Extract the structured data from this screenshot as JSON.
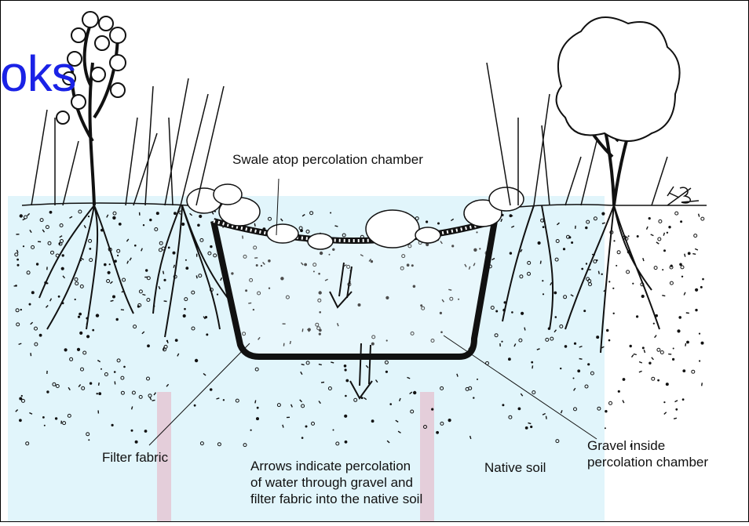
{
  "labels": {
    "swale": "Swale atop percolation chamber",
    "filter_fabric": "Filter fabric",
    "arrows_line1": "Arrows indicate percolation",
    "arrows_line2": "of water through gravel and",
    "arrows_line3": "filter fabric into the native soil",
    "native_soil": "Native soil",
    "gravel_line1": "Gravel inside",
    "gravel_line2": "percolation chamber"
  },
  "watermark": {
    "fragment": "oks",
    "color": "#1a22e6",
    "band_color": "#bfe9f5"
  },
  "signature": "KB"
}
